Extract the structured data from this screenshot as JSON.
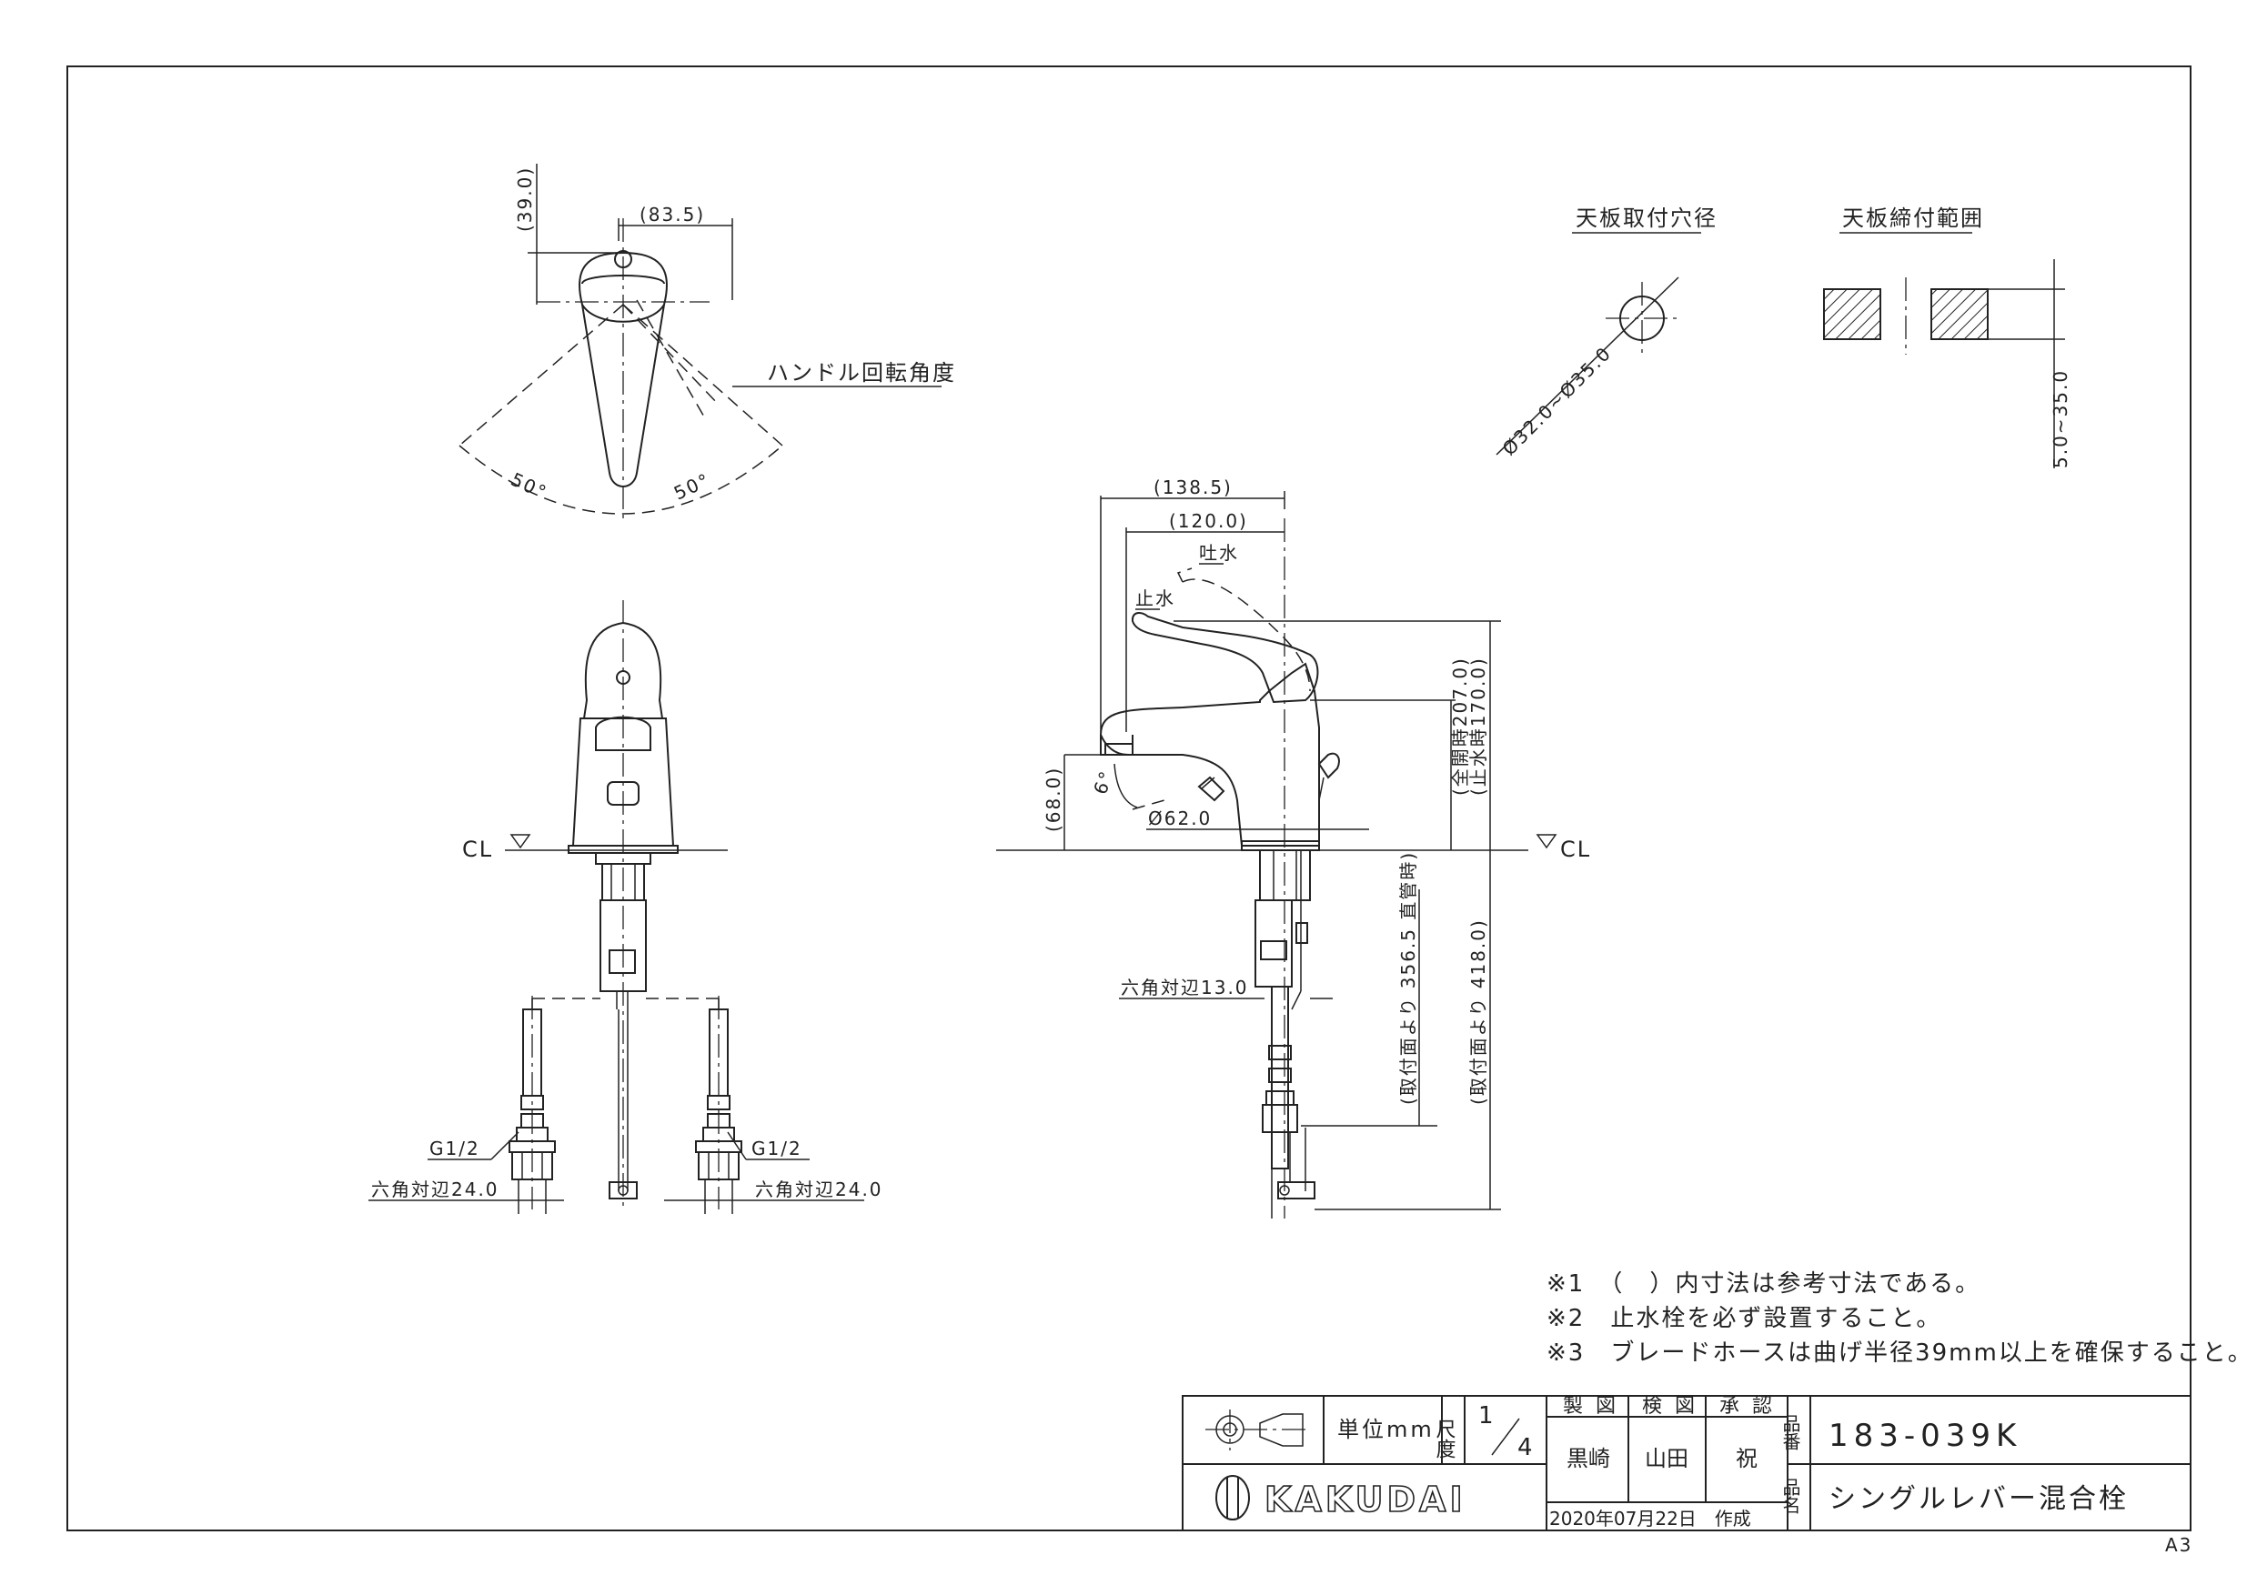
{
  "top_view": {
    "dim_width": "(83.5)",
    "dim_height": "(39.0)",
    "handle_rotation_label": "ハンドル回転角度",
    "angle_left": "50°",
    "angle_right": "50°"
  },
  "mounting": {
    "hole_title": "天板取付穴径",
    "hole_dim": "Ø32.0~Ø35.0",
    "range_title": "天板締付範囲",
    "range_dim": "5.0~35.0"
  },
  "side_view": {
    "dim_overall": "(138.5)",
    "dim_spout": "(120.0)",
    "label_spout_open": "吐水",
    "label_stop": "止水",
    "dim_height_open": "(全開時207.0)",
    "dim_height_stop": "(止水時170.0)",
    "dim_spout_height": "(68.0)",
    "angle_spout": "6°",
    "dim_base_dia": "Ø62.0",
    "cl_label": "CL",
    "hex_label": "六角対辺13.0",
    "dim_straight": "(取付面より 356.5 直管時)",
    "dim_hose": "(取付面より 418.0)"
  },
  "front_view": {
    "cl_label": "CL",
    "thread_left": "G1/2",
    "thread_right": "G1/2",
    "hex_left": "六角対辺24.0",
    "hex_right": "六角対辺24.0"
  },
  "notes": [
    "※1　（　）内寸法は参考寸法である。",
    "※2　止水栓を必ず設置すること。",
    "※3　ブレードホースは曲げ半径39mm以上を確保すること。"
  ],
  "title_block": {
    "unit_label": "単位mm",
    "scale_label": "尺度",
    "scale_num": "1",
    "scale_den": "4",
    "drawn_label": "製図",
    "checked_label": "検図",
    "approved_label": "承認",
    "drawn_by": "黒崎",
    "checked_by": "山田",
    "approved_by": "祝",
    "part_no_label": "品番",
    "part_no": "183-039K",
    "part_name_label": "品名",
    "part_name": "シングルレバー混合栓",
    "company": "KAKUDAI",
    "date": "2020年07月22日　作成",
    "sheet_size": "A3"
  }
}
